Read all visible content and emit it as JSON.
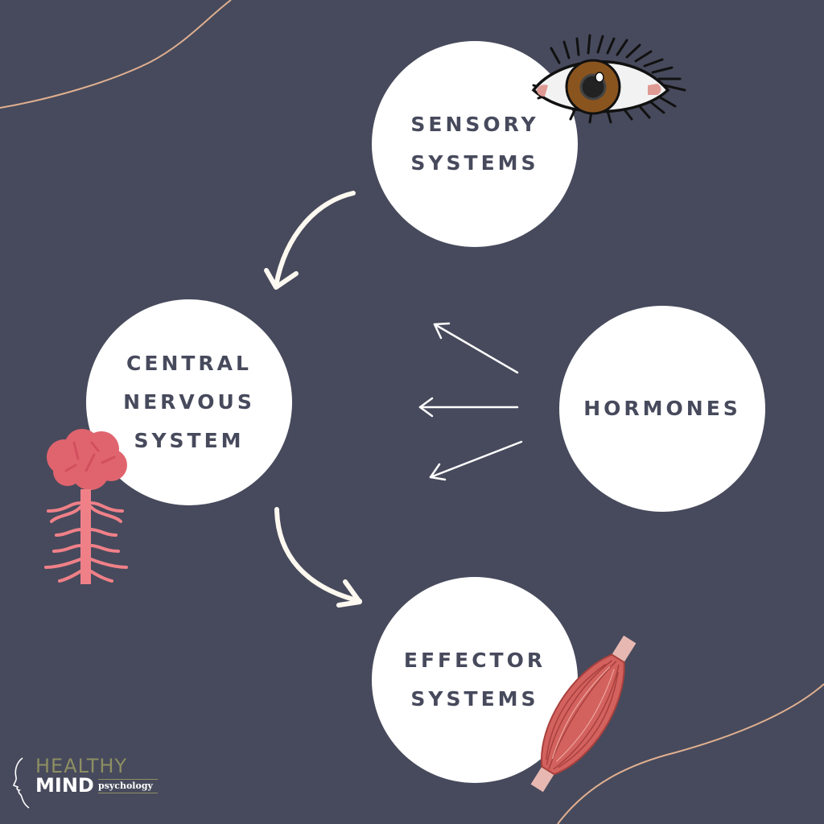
{
  "diagram": {
    "nodes": {
      "sensory": {
        "line1": "SENSORY",
        "line2": "SYSTEMS",
        "illustration": "eye-icon"
      },
      "cns": {
        "line1": "CENTRAL",
        "line2": "NERVOUS",
        "line3": "SYSTEM",
        "illustration": "brain-spinal-cord-icon"
      },
      "hormones": {
        "line1": "HORMONES"
      },
      "effector": {
        "line1": "EFFECTOR",
        "line2": "SYSTEMS",
        "illustration": "muscle-icon"
      }
    },
    "edges": [
      {
        "from": "SENSORY SYSTEMS",
        "to": "CENTRAL NERVOUS SYSTEM",
        "style": "curved"
      },
      {
        "from": "CENTRAL NERVOUS SYSTEM",
        "to": "EFFECTOR SYSTEMS",
        "style": "curved"
      },
      {
        "from": "HORMONES",
        "to": "CENTRAL NERVOUS SYSTEM",
        "style": "straight",
        "count": 3
      }
    ]
  },
  "logo": {
    "line1": "HEALTHY",
    "line2": "MIND",
    "suffix": "psychology"
  },
  "colors": {
    "background": "#474a5c",
    "node_fill": "#ffffff",
    "text": "#474a5c",
    "accent_line": "#e0b090",
    "arrow": "#fdf8f0",
    "logo_olive": "#8d8f62"
  }
}
